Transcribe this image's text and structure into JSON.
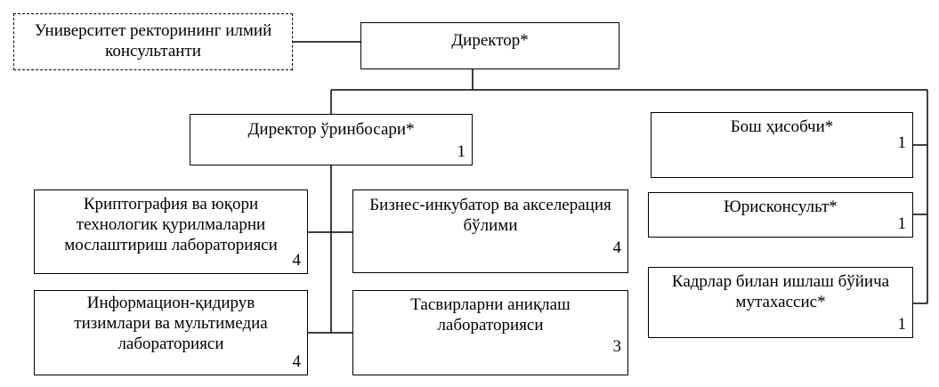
{
  "nodes": {
    "consultant": {
      "label": "Университет ректорининг илмий\nконсультанти"
    },
    "director": {
      "label": "Директор*"
    },
    "deputy": {
      "label": "Директор ўринбосари*",
      "count": "1"
    },
    "crypto_lab": {
      "label": "Криптография ва юқори\nтехнологик қурилмаларни\nмослаштириш лабораторияси",
      "count": "4"
    },
    "incubator": {
      "label": "Бизнес-инкубатор ва акселерация\nбўлими",
      "count": "4"
    },
    "info_lab": {
      "label": "Информацион-қидирув\nтизимлари ва мультимедиа\nлабораторияси",
      "count": "4"
    },
    "image_lab": {
      "label": "Тасвирларни аниқлаш\nлабораторияси",
      "count": "3"
    },
    "accountant": {
      "label": "Бош ҳисобчи*",
      "count": "1"
    },
    "lawyer": {
      "label": "Юрисконсульт*",
      "count": "1"
    },
    "hr": {
      "label": "Кадрлар билан ишлаш бўйича\nмутахассис*",
      "count": "1"
    }
  }
}
